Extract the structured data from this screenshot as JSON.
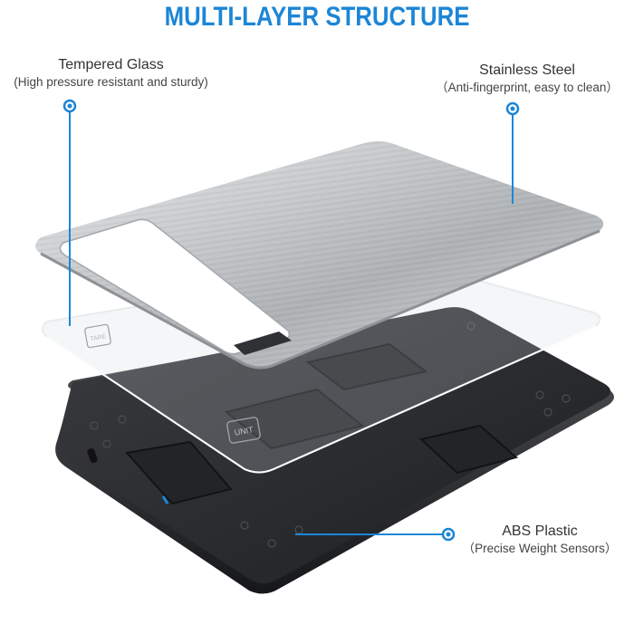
{
  "title": "MULTI-LAYER STRUCTURE",
  "labels": {
    "glass": {
      "name": "Tempered Glass",
      "desc": "(High pressure resistant and sturdy)"
    },
    "steel": {
      "name": "Stainless Steel",
      "desc": "（Anti-fingerprint, easy to clean）"
    },
    "abs": {
      "name": "ABS Plastic",
      "desc": "（Precise Weight Sensors）"
    }
  },
  "buttons": {
    "tare": "TARE",
    "unit": "UNIT"
  },
  "colors": {
    "accent": "#1c86d6",
    "steel": "#b8bcbf",
    "base": "#2b2d30"
  }
}
